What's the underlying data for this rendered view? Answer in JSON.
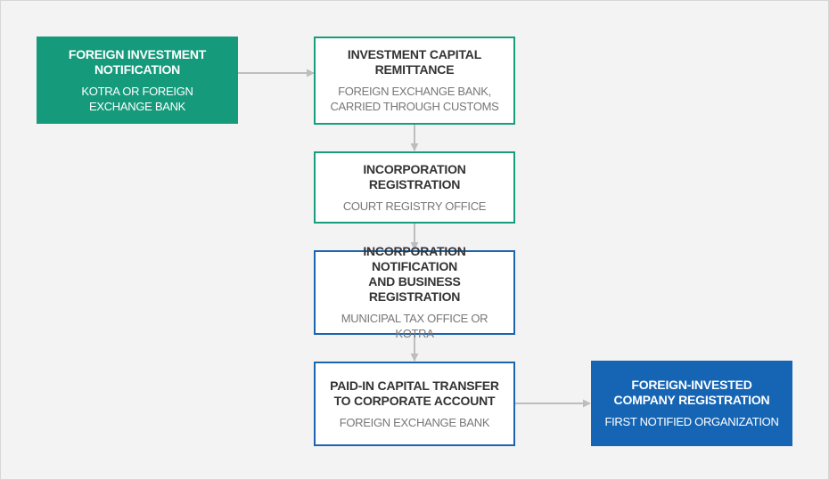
{
  "colors": {
    "green": "#159a7b",
    "blue": "#1665b5",
    "arrow": "#bdbdbd",
    "background": "#f3f3f3"
  },
  "steps": {
    "foreign_investment_notification": {
      "title": "FOREIGN INVESTMENT\nNOTIFICATION",
      "subtitle": "KOTRA OR FOREIGN\nEXCHANGE BANK"
    },
    "investment_capital_remittance": {
      "title": "INVESTMENT CAPITAL\nREMITTANCE",
      "subtitle": "FOREIGN EXCHANGE BANK,\nCARRIED THROUGH CUSTOMS"
    },
    "incorporation_registration": {
      "title": "INCORPORATION REGISTRATION",
      "subtitle": "COURT REGISTRY OFFICE"
    },
    "incorporation_notification": {
      "title": "INCORPORATION NOTIFICATION\nAND BUSINESS REGISTRATION",
      "subtitle": "MUNICIPAL TAX OFFICE OR KOTRA"
    },
    "paid_in_capital_transfer": {
      "title": "PAID-IN CAPITAL TRANSFER\nTO CORPORATE ACCOUNT",
      "subtitle": "FOREIGN EXCHANGE BANK"
    },
    "foreign_invested_company_registration": {
      "title": "FOREIGN-INVESTED\nCOMPANY REGISTRATION",
      "subtitle": "FIRST NOTIFIED ORGANIZATION"
    }
  }
}
